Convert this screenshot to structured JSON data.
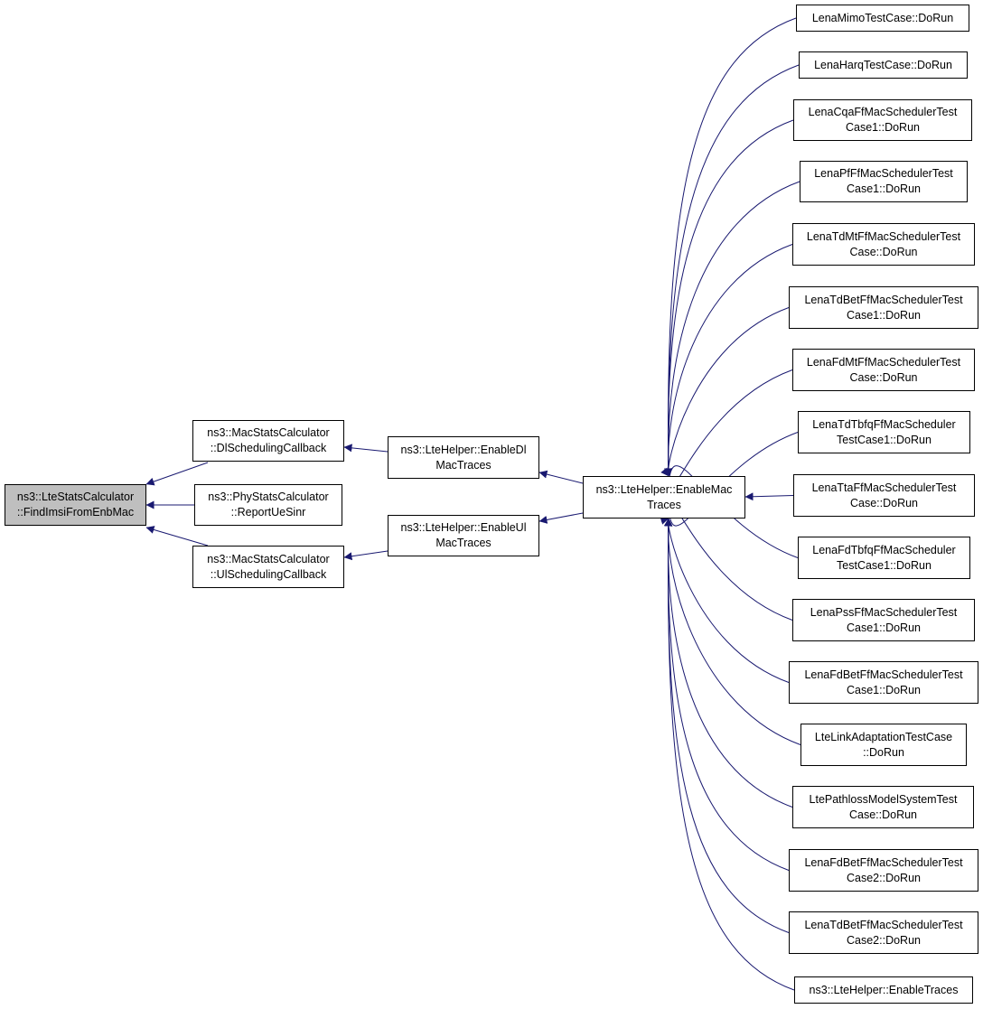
{
  "colors": {
    "edge": "#191970",
    "root_fill": "#bfbfbf",
    "node_fill": "#ffffff",
    "border": "#000000"
  },
  "nodes": {
    "root": [
      "ns3::LteStatsCalculator",
      "::FindImsiFromEnbMac"
    ],
    "dl_sched_cb": [
      "ns3::MacStatsCalculator",
      "::DlSchedulingCallback"
    ],
    "report_ue_sinr": [
      "ns3::PhyStatsCalculator",
      "::ReportUeSinr"
    ],
    "ul_sched_cb": [
      "ns3::MacStatsCalculator",
      "::UlSchedulingCallback"
    ],
    "enable_dl_mac": [
      "ns3::LteHelper::EnableDl",
      "MacTraces"
    ],
    "enable_ul_mac": [
      "ns3::LteHelper::EnableUl",
      "MacTraces"
    ],
    "enable_mac": [
      "ns3::LteHelper::EnableMac",
      "Traces"
    ],
    "callers": [
      [
        "LenaMimoTestCase::DoRun"
      ],
      [
        "LenaHarqTestCase::DoRun"
      ],
      [
        "LenaCqaFfMacSchedulerTest",
        "Case1::DoRun"
      ],
      [
        "LenaPfFfMacSchedulerTest",
        "Case1::DoRun"
      ],
      [
        "LenaTdMtFfMacSchedulerTest",
        "Case::DoRun"
      ],
      [
        "LenaTdBetFfMacSchedulerTest",
        "Case1::DoRun"
      ],
      [
        "LenaFdMtFfMacSchedulerTest",
        "Case::DoRun"
      ],
      [
        "LenaTdTbfqFfMacScheduler",
        "TestCase1::DoRun"
      ],
      [
        "LenaTtaFfMacSchedulerTest",
        "Case::DoRun"
      ],
      [
        "LenaFdTbfqFfMacScheduler",
        "TestCase1::DoRun"
      ],
      [
        "LenaPssFfMacSchedulerTest",
        "Case1::DoRun"
      ],
      [
        "LenaFdBetFfMacSchedulerTest",
        "Case1::DoRun"
      ],
      [
        "LteLinkAdaptationTestCase",
        "::DoRun"
      ],
      [
        "LtePathlossModelSystemTest",
        "Case::DoRun"
      ],
      [
        "LenaFdBetFfMacSchedulerTest",
        "Case2::DoRun"
      ],
      [
        "LenaTdBetFfMacSchedulerTest",
        "Case2::DoRun"
      ],
      [
        "ns3::LteHelper::EnableTraces"
      ]
    ]
  }
}
